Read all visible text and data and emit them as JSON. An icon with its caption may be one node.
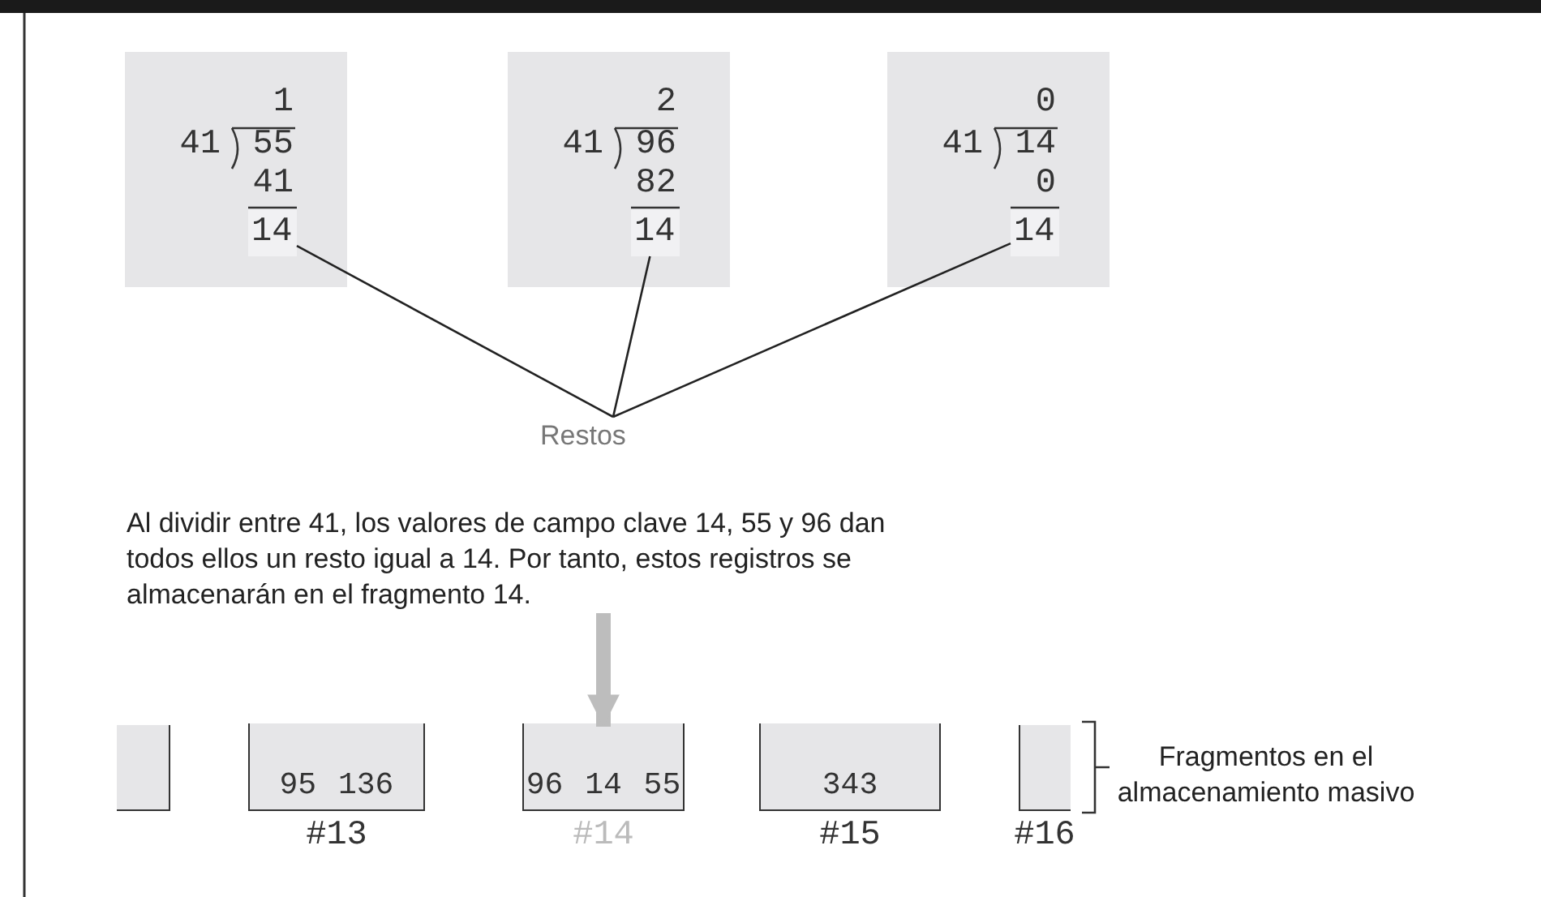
{
  "diagram": {
    "nodes": [
      {
        "text": [
          "1",
          "41",
          "55",
          "41"
        ]
      },
      {
        "text": [
          "14"
        ],
        "in": 0
      },
      {
        "text": [
          "2",
          "41",
          "96",
          "82"
        ]
      },
      {
        "text": [
          "14"
        ],
        "in": 2
      },
      {
        "text": [
          "0",
          "41",
          "14",
          "0"
        ]
      },
      {
        "text": [
          "14"
        ],
        "in": 4
      },
      {
        "text": [
          "Restos"
        ]
      },
      {
        "text": [
          "Al dividir entre 41, los valores de campo clave 14, 55 y 96 dan todos ellos un resto igual a 14. Por tanto, estos registros se almacenarán en el fragmento 14."
        ]
      },
      {
        "text": [],
        "shape": "box"
      },
      {
        "text": [
          "95 136"
        ],
        "beside": [
          "#13"
        ]
      },
      {
        "text": [
          "96 14 55"
        ],
        "beside": [
          "#14"
        ]
      },
      {
        "text": [
          "343"
        ],
        "beside": [
          "#15"
        ]
      },
      {
        "text": [],
        "shape": "box",
        "beside": [
          "#16"
        ]
      }
    ],
    "edges": [
      {
        "from": 6,
        "to": 1,
        "arrow": "none"
      },
      {
        "from": 6,
        "to": 3,
        "arrow": "none"
      },
      {
        "from": 6,
        "to": 5,
        "arrow": "none"
      },
      {
        "from": 7,
        "to": 10,
        "arrow": "to",
        "style": "thick",
        "color": "#bdbdbd"
      }
    ],
    "labels": [
      "Fragmentos en el almacenamiento masivo"
    ]
  }
}
